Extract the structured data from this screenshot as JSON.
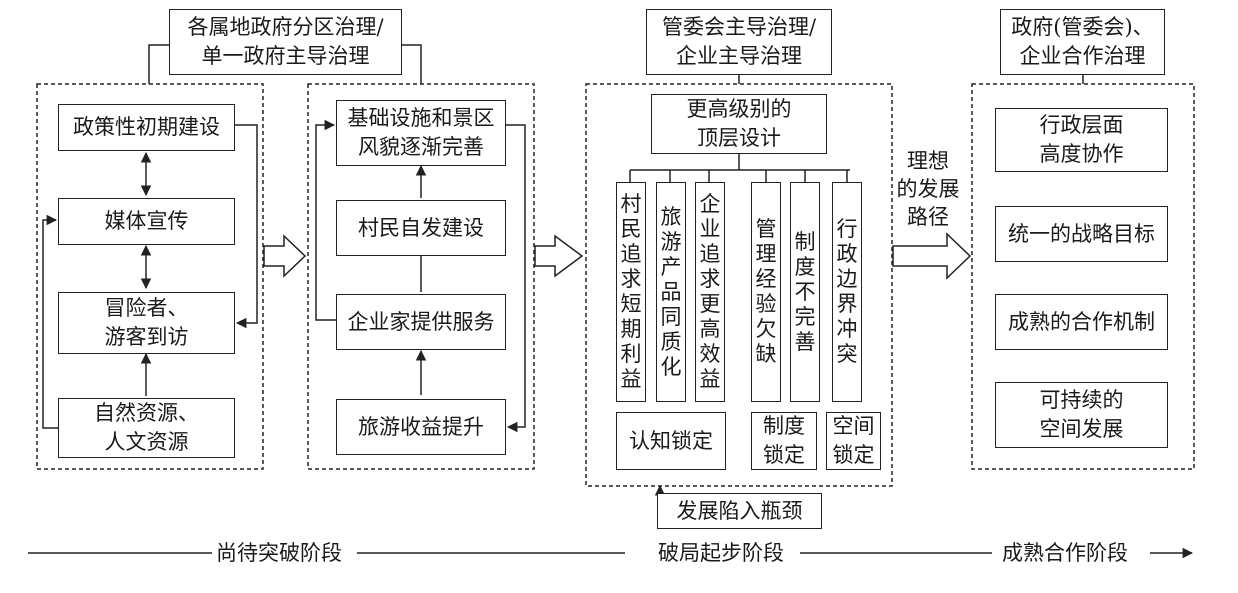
{
  "top_labels": {
    "stage1": "各属地政府分区治理/\n单一政府主导治理",
    "stage2": "管委会主导治理/\n企业主导治理",
    "stage3": "政府(管委会)、\n企业合作治理"
  },
  "panel1": {
    "policy": "政策性初期建设",
    "media": "媒体宣传",
    "visitors": "冒险者、\n游客到访",
    "resources": "自然资源、\n人文资源"
  },
  "panel2": {
    "infrastructure": "基础设施和景区\n风貌逐渐完善",
    "villagers": "村民自发建设",
    "entrepreneurs": "企业家提供服务",
    "revenue": "旅游收益提升"
  },
  "panel3": {
    "top_design": "更高级别的\n顶层设计",
    "issues": [
      "村民追求短期利益",
      "旅游产品同质化",
      "企业追求更高效益",
      "管理经验欠缺",
      "制度不完善",
      "行政边界冲突"
    ],
    "lock_cognition": "认知锁定",
    "lock_institution": "制度\n锁定",
    "lock_space": "空间\n锁定",
    "bottleneck": "发展陷入瓶颈"
  },
  "ideal_path": "理想\n的发展\n路径",
  "panel4": {
    "admin": "行政层面\n高度协作",
    "goal": "统一的战略目标",
    "mechanism": "成熟的合作机制",
    "sustainable": "可持续的\n空间发展"
  },
  "timeline": {
    "stage1": "尚待突破阶段",
    "stage2": "破局起步阶段",
    "stage3": "成熟合作阶段"
  }
}
